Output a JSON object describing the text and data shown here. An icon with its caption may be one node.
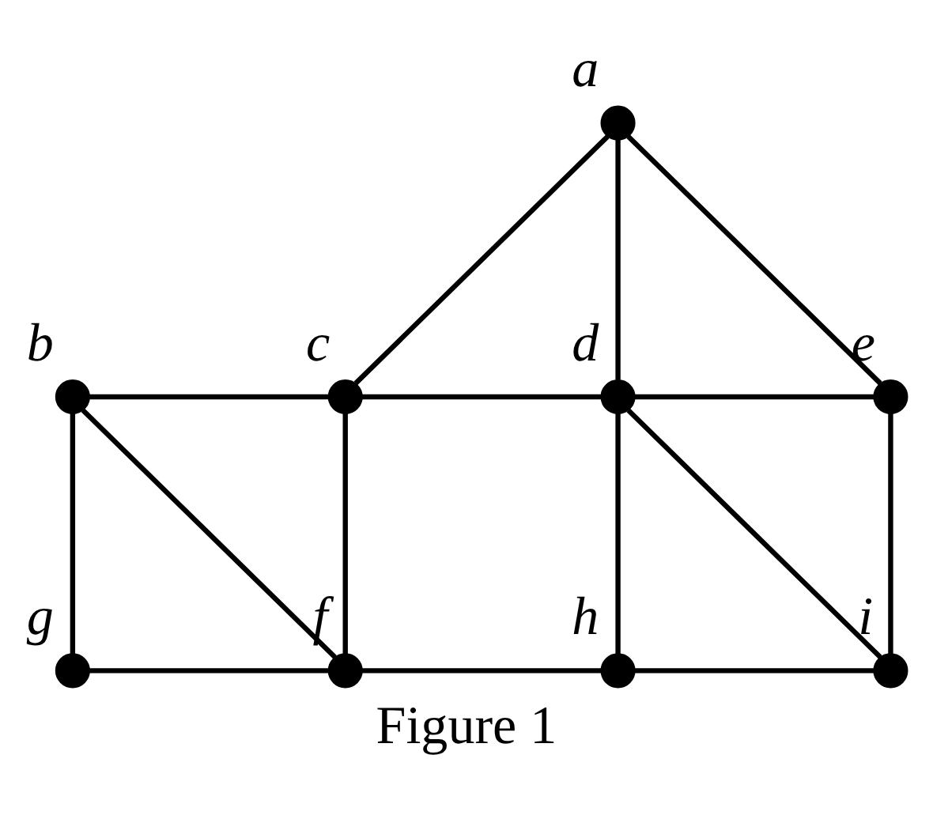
{
  "diagram": {
    "caption": "Figure 1",
    "nodes": [
      {
        "text": [],
        "shape": "circle",
        "beside": [
          "a"
        ]
      },
      {
        "text": [],
        "shape": "circle",
        "beside": [
          "b"
        ]
      },
      {
        "text": [],
        "shape": "circle",
        "beside": [
          "c"
        ]
      },
      {
        "text": [],
        "shape": "circle",
        "beside": [
          "d"
        ]
      },
      {
        "text": [],
        "shape": "circle",
        "beside": [
          "e"
        ]
      },
      {
        "text": [],
        "shape": "circle",
        "beside": [
          "g"
        ]
      },
      {
        "text": [],
        "shape": "circle",
        "beside": [
          "f"
        ]
      },
      {
        "text": [],
        "shape": "circle",
        "beside": [
          "h"
        ]
      },
      {
        "text": [],
        "shape": "circle",
        "beside": [
          "i"
        ]
      }
    ],
    "edges": [
      {
        "from": 0,
        "to": 2,
        "arrow": "none"
      },
      {
        "from": 0,
        "to": 3,
        "arrow": "none"
      },
      {
        "from": 0,
        "to": 4,
        "arrow": "none"
      },
      {
        "from": 1,
        "to": 2,
        "arrow": "none"
      },
      {
        "from": 2,
        "to": 3,
        "arrow": "none"
      },
      {
        "from": 3,
        "to": 4,
        "arrow": "none"
      },
      {
        "from": 1,
        "to": 5,
        "arrow": "none"
      },
      {
        "from": 1,
        "to": 6,
        "arrow": "none"
      },
      {
        "from": 2,
        "to": 6,
        "arrow": "none"
      },
      {
        "from": 3,
        "to": 7,
        "arrow": "none"
      },
      {
        "from": 3,
        "to": 8,
        "arrow": "none"
      },
      {
        "from": 4,
        "to": 8,
        "arrow": "none"
      },
      {
        "from": 5,
        "to": 6,
        "arrow": "none"
      },
      {
        "from": 6,
        "to": 7,
        "arrow": "none"
      },
      {
        "from": 7,
        "to": 8,
        "arrow": "none"
      }
    ]
  }
}
